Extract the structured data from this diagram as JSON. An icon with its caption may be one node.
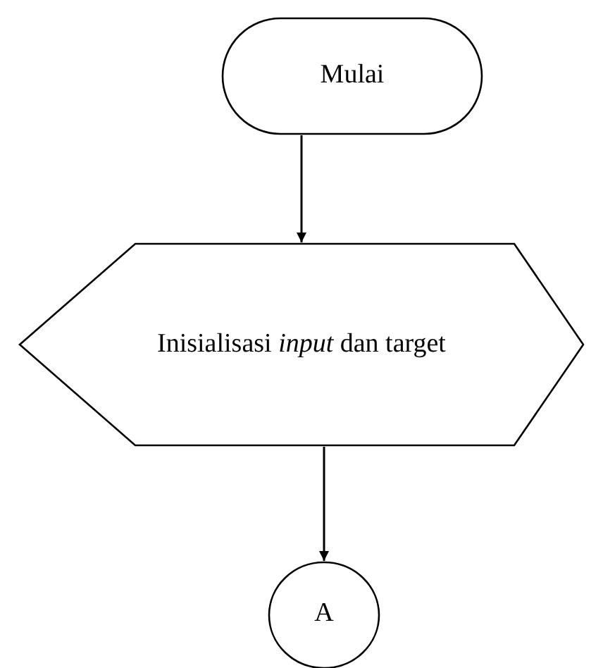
{
  "diagram": {
    "nodes": [
      {
        "text": [
          "Mulai"
        ]
      },
      {
        "text": [
          "Inisialisasi *input* dan target"
        ]
      },
      {
        "text": [
          "A"
        ]
      }
    ],
    "edges": [
      {
        "from": 0,
        "to": 1,
        "arrow": "to"
      },
      {
        "from": 1,
        "to": 2,
        "arrow": "to"
      }
    ]
  }
}
